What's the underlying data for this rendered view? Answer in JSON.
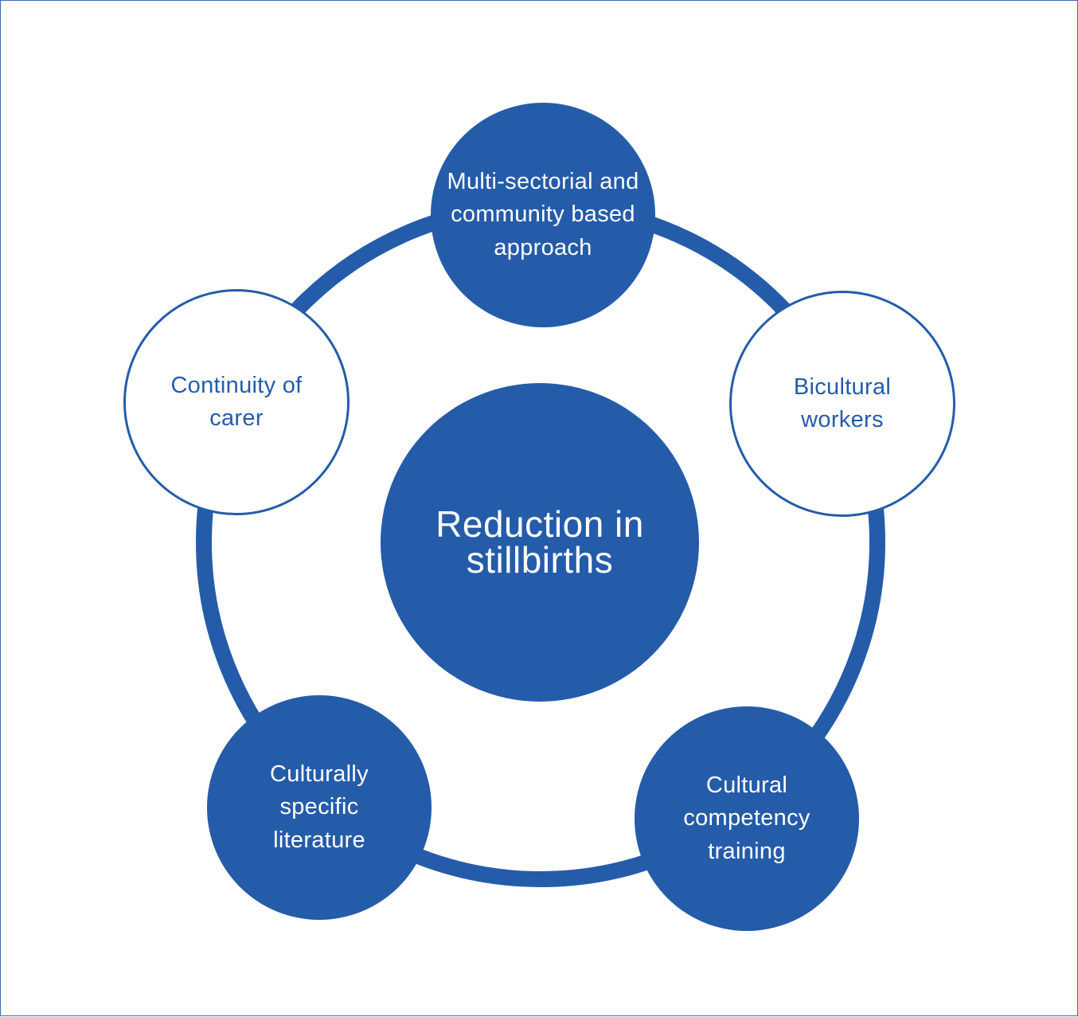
{
  "diagram": {
    "center": {
      "label": "Reduction in stillbirths",
      "style": "filled"
    },
    "nodes": [
      {
        "id": "multi-sectorial",
        "label": "Multi-sectorial and community based approach",
        "style": "filled"
      },
      {
        "id": "bicultural",
        "label": "Bicultural workers",
        "style": "outline"
      },
      {
        "id": "cultural-competency",
        "label": "Cultural competency training",
        "style": "filled"
      },
      {
        "id": "culturally-specific",
        "label": "Culturally specific literature",
        "style": "filled"
      },
      {
        "id": "continuity",
        "label": "Continuity of carer",
        "style": "outline"
      }
    ],
    "colors": {
      "primary": "#255ca9",
      "background": "#ffffff",
      "border": "#3f6cae"
    }
  }
}
